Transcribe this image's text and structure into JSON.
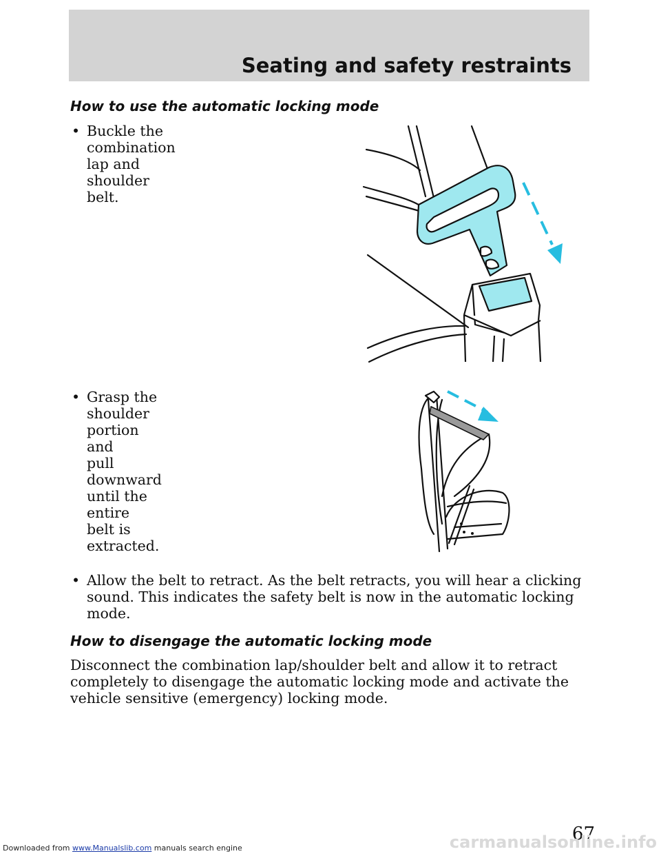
{
  "header": {
    "section_title": "Seating and safety restraints"
  },
  "sections": [
    {
      "heading": "How to use the automatic locking mode",
      "bullets": [
        {
          "symbol": "•",
          "text": "Buckle the combination lap and\nshoulder belt."
        },
        {
          "symbol": "•",
          "text": "Grasp the shoulder portion and\npull downward until the entire\nbelt is extracted."
        },
        {
          "symbol": "•",
          "text": "Allow the belt to retract. As the belt retracts, you will hear a clicking\nsound. This indicates the safety belt is now in the automatic locking\nmode."
        }
      ]
    },
    {
      "heading": "How to disengage the automatic locking mode",
      "paragraph": "Disconnect the combination lap/shoulder belt and allow it to retract\ncompletely to disengage the automatic locking mode and activate the\nvehicle sensitive (emergency) locking mode."
    }
  ],
  "page_number": "67",
  "footer": {
    "prefix": "Downloaded from ",
    "link": "www.Manualslib.com",
    "suffix": "  manuals search engine"
  },
  "watermark": "carmanualsonline.info",
  "colors": {
    "header_band": "#d3d3d3",
    "buckle_fill": "#9fe8ef",
    "arrow": "#27bde0"
  }
}
